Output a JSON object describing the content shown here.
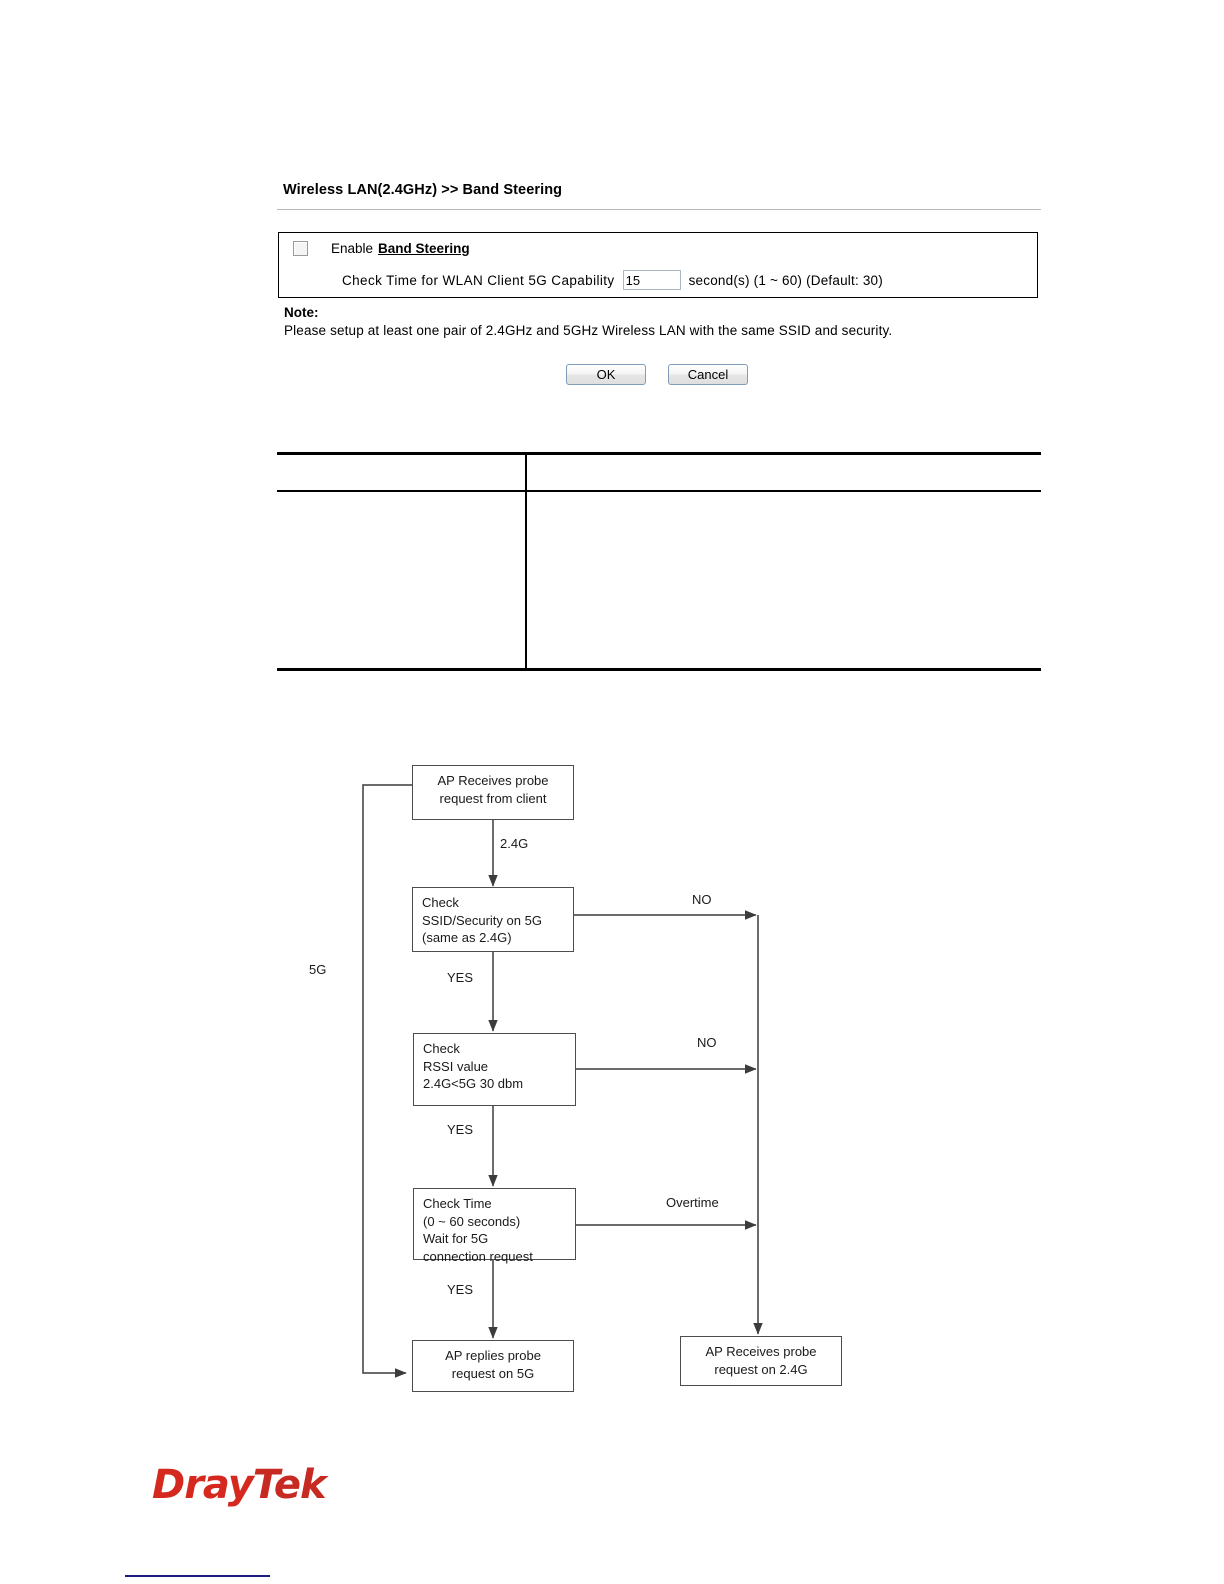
{
  "page": {
    "title": "Wireless LAN(2.4GHz) >> Band Steering"
  },
  "settings": {
    "enable_prefix": "Enable",
    "enable_link": "Band Steering",
    "checkbox_checked": false,
    "check_time_label": "Check Time for WLAN Client 5G Capability",
    "check_time_value": "15",
    "check_time_suffix": "second(s) (1 ~ 60) (Default: 30)"
  },
  "note": {
    "label": "Note:",
    "text": "Please setup at least one pair of 2.4GHz and 5GHz Wireless LAN with the same SSID and security."
  },
  "buttons": {
    "ok": "OK",
    "cancel": "Cancel"
  },
  "description_table": {
    "rows": [],
    "note": "empty ruled table"
  },
  "flowchart": {
    "type": "flowchart",
    "nodes": [
      {
        "id": "probe-in",
        "text": "AP Receives probe\nrequest from client"
      },
      {
        "id": "check-ssid",
        "text": "Check\nSSID/Security on 5G\n(same as 2.4G)"
      },
      {
        "id": "check-rssi",
        "text": "Check\nRSSI value\n2.4G<5G 30 dbm"
      },
      {
        "id": "check-time",
        "text": "Check Time\n(0 ~ 60 seconds)\nWait for 5G\nconnection request"
      },
      {
        "id": "reply-5g",
        "text": "AP replies probe\nrequest on 5G"
      },
      {
        "id": "receive-24g",
        "text": "AP Receives probe\nrequest on 2.4G"
      }
    ],
    "edge_labels": {
      "band_24g": "2.4G",
      "band_5g": "5G",
      "yes_1": "YES",
      "yes_2": "YES",
      "yes_3": "YES",
      "no_1": "NO",
      "no_2": "NO",
      "overtime": "Overtime"
    }
  },
  "footer": {
    "logo_dray": "Dray",
    "logo_tek": "Tek"
  },
  "colors": {
    "brand_red": "#d5291f",
    "footer_rule": "#1b1b80",
    "box_border": "#4d4d4d",
    "input_border": "#a7b8c9"
  }
}
